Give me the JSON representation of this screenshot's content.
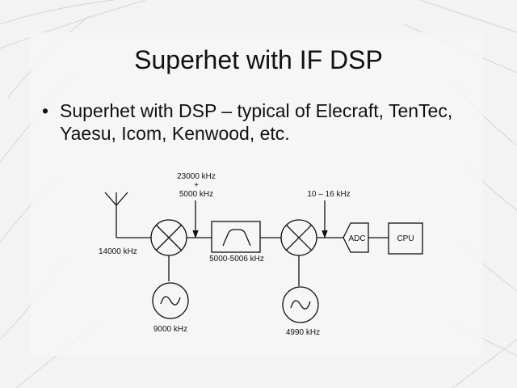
{
  "slide": {
    "title": "Superhet with IF DSP",
    "bullet": "Superhet with DSP – typical of Elecraft, TenTec, Yaesu, Icom, Kenwood, etc."
  },
  "diagram": {
    "rf_input_label": "14000 kHz",
    "lo1_top_label_line1": "23000 kHz",
    "lo1_top_label_line2": "+",
    "lo1_top_label_line3": "5000 kHz",
    "filter_label": "5000-5006 kHz",
    "osc1_label": "9000 kHz",
    "osc2_label": "4990 kHz",
    "second_if_label": "10 – 16 kHz",
    "adc_label": "ADC",
    "cpu_label": "CPU"
  }
}
